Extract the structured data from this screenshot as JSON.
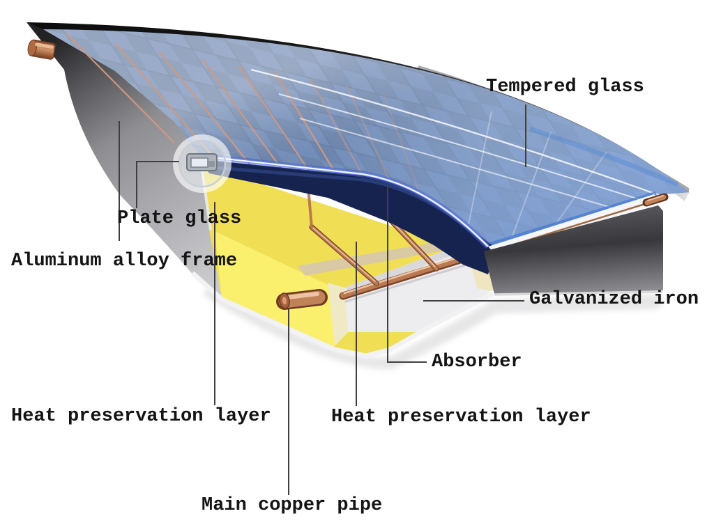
{
  "diagram": {
    "subject": "Flat plate solar collector cutaway diagram",
    "labels": {
      "tempered_glass": "Tempered glass",
      "plate_glass": "Plate glass",
      "aluminum_alloy_frame": "Aluminum alloy frame",
      "galvanized_iron": "Galvanized iron",
      "absorber": "Absorber",
      "heat_preservation_layer_left": "Heat preservation layer",
      "heat_preservation_layer_right": "Heat preservation layer",
      "main_copper_pipe": "Main copper pipe"
    },
    "colors": {
      "background": "#ffffff",
      "label_text": "#141414",
      "leader_line": "#3f3f3f",
      "solar_cell_dark_blue": "#24406f",
      "solar_cell_light_blue": "#32528a",
      "tempered_glass_blue": "#4276cd",
      "glass_reflection_white": "#eef3fa",
      "frame_edge_black": "#0c0c0c",
      "aluminum_frame_gray": "#8e8e92",
      "insulation_yellow": "#f5e75e",
      "absorber_navy": "#15234e",
      "galvanized_iron_white": "#ededef",
      "copper_pipe": "#b5714c",
      "inner_wall_beige": "#d9c9a4"
    }
  }
}
